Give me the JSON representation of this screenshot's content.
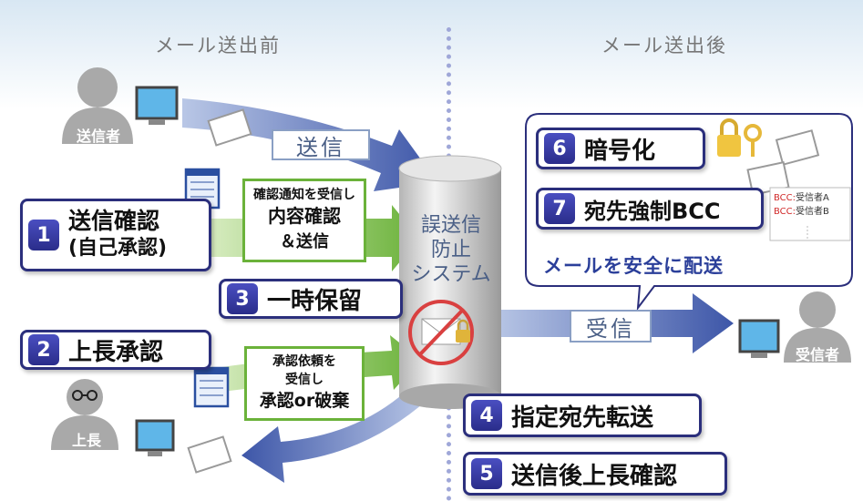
{
  "header": {
    "before": "メール送出前",
    "after": "メール送出後"
  },
  "sender_label": "送信者",
  "boss_label": "上長",
  "receiver_label": "受信者",
  "send_label": "送信",
  "receive_label": "受信",
  "system_label": [
    "誤送信",
    "防止",
    "システム"
  ],
  "notice1": {
    "line1": "確認通知を受信し",
    "line2": "内容確認",
    "line3": "＆送信"
  },
  "notice2": {
    "line1": "承認依頼を",
    "line2": "受信し",
    "line3": "承認or破棄"
  },
  "steps": [
    {
      "num": "1",
      "label": "送信確認",
      "sub": "(自己承認)"
    },
    {
      "num": "2",
      "label": "上長承認"
    },
    {
      "num": "3",
      "label": "一時保留"
    },
    {
      "num": "4",
      "label": "指定宛先転送"
    },
    {
      "num": "5",
      "label": "送信後上長確認"
    },
    {
      "num": "6",
      "label": "暗号化"
    },
    {
      "num": "7",
      "label": "宛先強制BCC"
    }
  ],
  "bcc_note": {
    "prefix": "BCC:",
    "line1": "受信者A",
    "line2": "受信者B"
  },
  "safe_delivery": "メールを安全に配送",
  "colors": {
    "navy": "#2b2f7c",
    "green": "#6bb23a",
    "blue_arrow": "#3d56a8",
    "grey_person": "#a9a9a9"
  }
}
